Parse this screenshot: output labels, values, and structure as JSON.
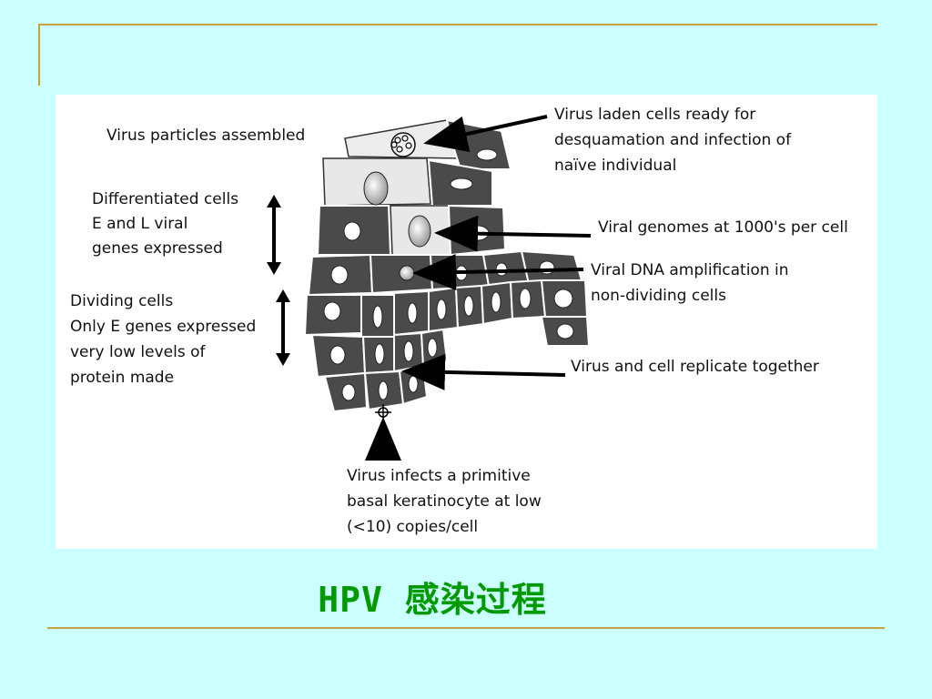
{
  "slide": {
    "title": "HPV  感染过程"
  },
  "diagram": {
    "labels": {
      "virus_assembled": "Virus particles assembled",
      "differentiated_1": "Differentiated cells",
      "differentiated_2": "E and L viral",
      "differentiated_3": "genes expressed",
      "dividing_1": "Dividing cells",
      "dividing_2": "Only E genes expressed",
      "dividing_3": "very low levels of",
      "dividing_4": "protein made",
      "laden_1": "Virus laden cells ready for",
      "laden_2": "desquamation and infection of",
      "laden_3": "naïve individual",
      "genomes": "Viral genomes at 1000's per cell",
      "amplification_1": "Viral DNA amplification in",
      "amplification_2": "non-dividing cells",
      "replicate": "Virus and cell replicate together",
      "infects_1": "Virus infects a primitive",
      "infects_2": "basal keratinocyte  at low",
      "infects_3": "(<10) copies/cell"
    },
    "colors": {
      "dark_cell": "#4a4a4a",
      "light_cell": "#e6e6e6",
      "nucleus": "#ffffff",
      "title": "#009900",
      "rule": "#c8a23c",
      "background": "#ccffff"
    }
  }
}
